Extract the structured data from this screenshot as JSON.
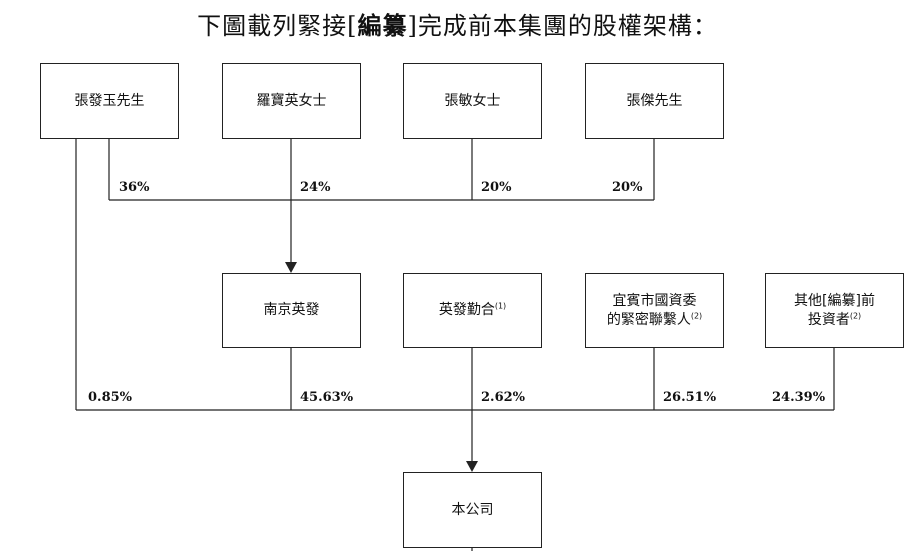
{
  "title": {
    "pre": "下圖載列緊接[",
    "bold": "編纂",
    "post": "]完成前本集團的股權架構："
  },
  "shareholders": [
    {
      "name": "張發玉先生",
      "pct": "36%"
    },
    {
      "name": "羅寶英女士",
      "pct": "24%"
    },
    {
      "name": "張敏女士",
      "pct": "20%"
    },
    {
      "name": "張傑先生",
      "pct": "20%"
    }
  ],
  "entities": [
    {
      "name": "南京英發",
      "sup": "",
      "pct": "45.63%"
    },
    {
      "name": "英發勤合",
      "sup": "(1)",
      "pct": "2.62%"
    },
    {
      "name": "宜賓市國資委",
      "name2": "的緊密聯繫人",
      "sup": "(2)",
      "pct": "26.51%"
    },
    {
      "name": "其他[編纂]前",
      "name2": "投資者",
      "sup": "(2)",
      "pct": "24.39%"
    }
  ],
  "direct_pct": "0.85%",
  "company": "本公司"
}
